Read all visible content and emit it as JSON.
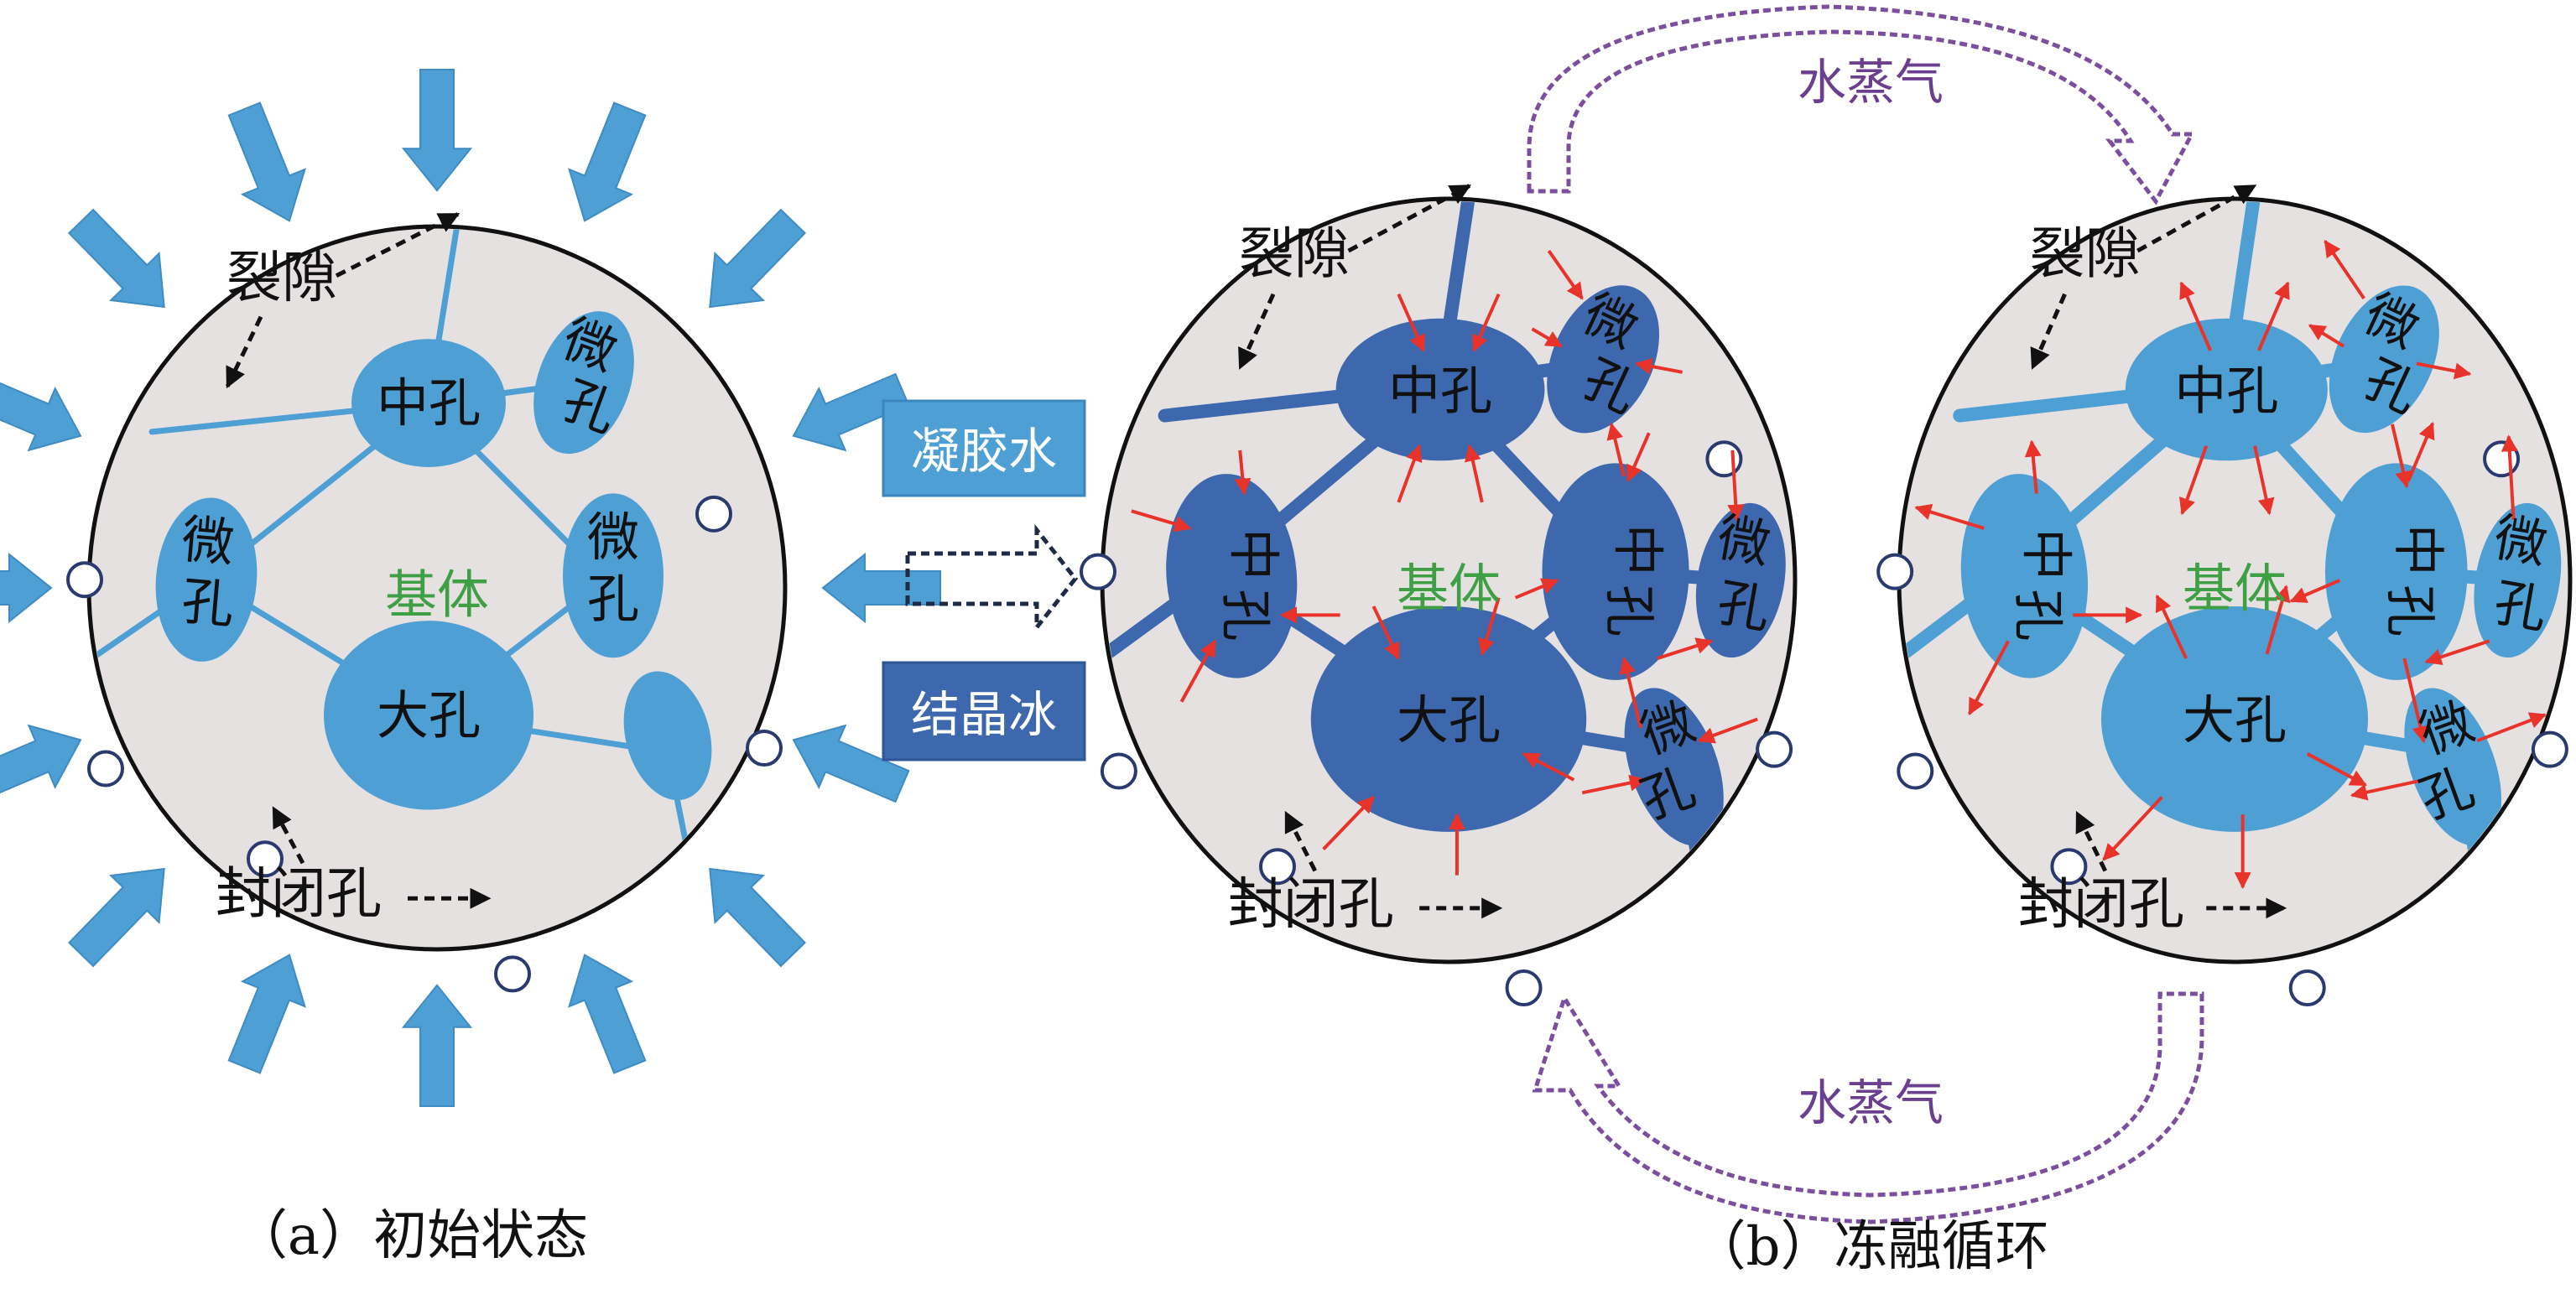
{
  "figure": {
    "panel_a": {
      "caption": "（a）初始状态",
      "labels": {
        "crack": "裂隙",
        "closed_pore": "封闭孔",
        "matrix": "基体",
        "meso_pore": "中孔",
        "macro_pore": "大孔",
        "micro_pore_1": "微",
        "micro_pore_2": "孔"
      },
      "pressure_arrows_count": 16
    },
    "legend": {
      "gel_water": "凝胶水",
      "crystal_ice": "结晶冰",
      "transition_arrow": "dashed-right-arrow"
    },
    "panel_b": {
      "caption": "（b）冻融循环",
      "vapor_top": "水蒸气",
      "vapor_bottom": "水蒸气",
      "freeze_state": {
        "crack": "裂隙",
        "closed_pore": "封闭孔",
        "matrix": "基体",
        "meso_pore": "中孔",
        "macro_pore": "大孔",
        "micro_pore_1": "微",
        "micro_pore_2": "孔",
        "arrow_direction": "inward"
      },
      "thaw_state": {
        "crack": "裂隙",
        "closed_pore": "封闭孔",
        "matrix": "基体",
        "meso_pore": "中孔",
        "macro_pore": "大孔",
        "micro_pore_1": "微",
        "micro_pore_2": "孔",
        "arrow_direction": "outward"
      }
    },
    "colors": {
      "gel_water": "#4e9fd4",
      "crystal_ice": "#3d68ad",
      "matrix": "#e6e1e1",
      "pressure_arrow": "#4e9fd4",
      "ice_force_arrow": "#e8332a",
      "vapor": "#7b4f9e",
      "matrix_text": "#3f9f44"
    }
  }
}
